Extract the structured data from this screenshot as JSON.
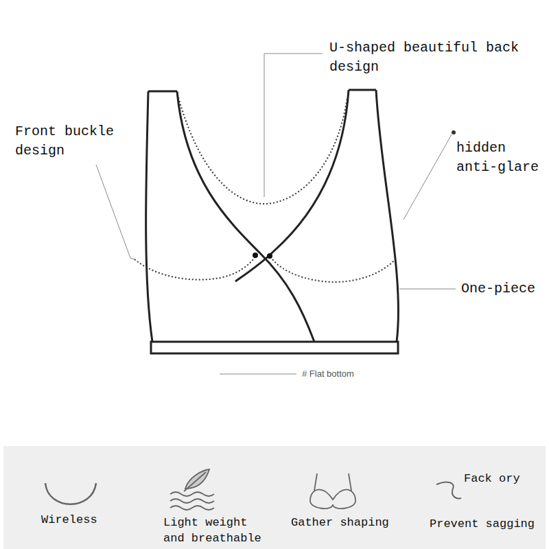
{
  "diagram": {
    "labels": [
      "U-shaped beautiful back design",
      "Front buckle design",
      "hidden anti-glare",
      "One-piece",
      "# Flat bottom",
      "Wireless",
      "Light weight and breathable",
      "Gather shaping",
      "Fack ory",
      "Prevent sagging"
    ]
  }
}
